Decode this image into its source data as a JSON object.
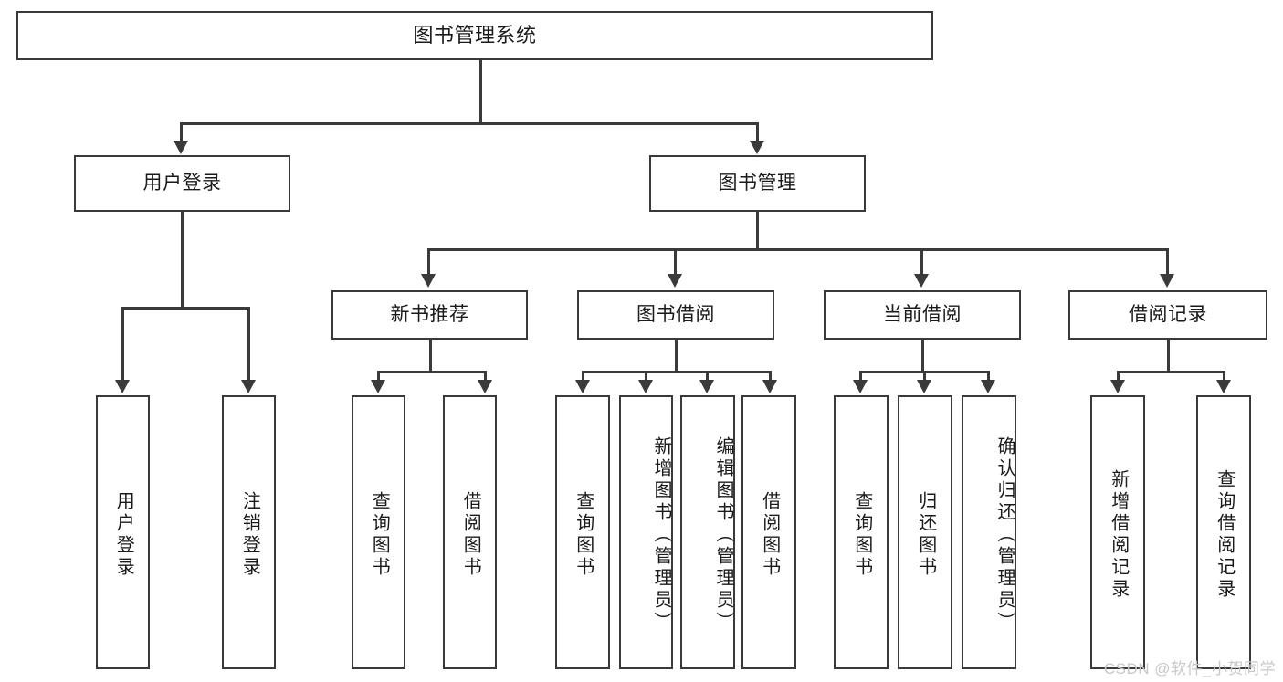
{
  "diagram": {
    "title": "图书管理系统",
    "watermark": "CSDN @软件_小贺同学",
    "levels": {
      "root": "图书管理系统",
      "level2": [
        "用户登录",
        "图书管理"
      ],
      "level3": [
        "新书推荐",
        "图书借阅",
        "当前借阅",
        "借阅记录"
      ]
    },
    "nodes": {
      "root": "图书管理系统",
      "user_login": "用户登录",
      "book_manage": "图书管理",
      "new_book_rec": "新书推荐",
      "book_borrow": "图书借阅",
      "current_borrow": "当前借阅",
      "borrow_record": "借阅记录",
      "leaf_user_login": "用户登录",
      "leaf_logout": "注销登录",
      "leaf_query_book_1": "查询图书",
      "leaf_borrow_book_1": "借阅图书",
      "leaf_query_book_2": "查询图书",
      "leaf_add_book_admin": "新增图书（管理员）",
      "leaf_edit_book_admin": "编辑图书（管理员）",
      "leaf_borrow_book_2": "借阅图书",
      "leaf_query_book_3": "查询图书",
      "leaf_return_book": "归还图书",
      "leaf_confirm_return_admin": "确认归还（管理员）",
      "leaf_add_record": "新增借阅记录",
      "leaf_query_record": "查询借阅记录"
    },
    "colors": {
      "stroke": "#3a3a3a",
      "fill": "#ffffff",
      "text": "#1a1a1a",
      "watermark": "#c8c8c8"
    }
  }
}
